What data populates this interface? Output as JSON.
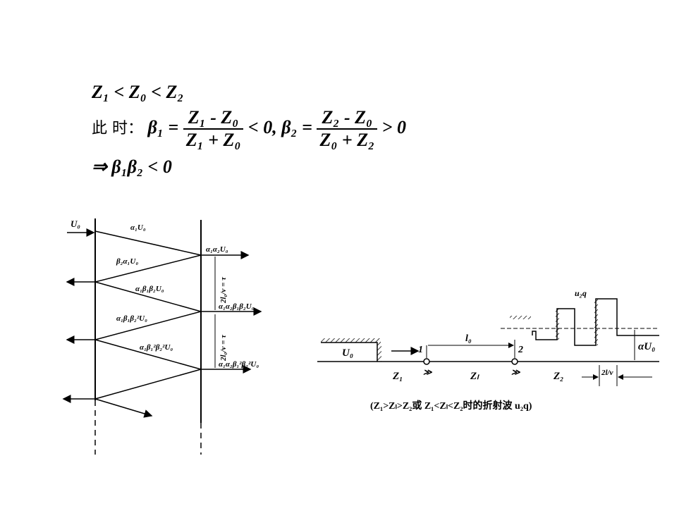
{
  "equations": {
    "line1": "Z₁ < Z₀ < Z₂",
    "line2_prefix": "此 时：",
    "beta1": "β₁ =",
    "frac1_num": "Z₁ - Z₀",
    "frac1_den": "Z₁ + Z₀",
    "mid": "< 0, β₂ =",
    "frac2_num": "Z₂ - Z₀",
    "frac2_den": "Z₀ + Z₂",
    "end": "> 0",
    "line3": "⇒ β₁β₂ < 0"
  },
  "left_diagram": {
    "u0": "U₀",
    "w1": "α₁U₀",
    "w2": "β₂α₁U₀",
    "w3": "α₁β₁β₂U₀",
    "w4": "α₁β₁β₂²U₀",
    "w5": "α₁β₁²β₂²U₀",
    "t1": "α₁α₂U₀",
    "t2": "α₁α₂β₁β₂U₀",
    "t3": "α₁α₂β₁²β₂²U₀",
    "tau1": "2l₀/v = τ",
    "tau2": "2l₀/v = τ"
  },
  "right_diagram": {
    "u0": "U₀",
    "node1": "1",
    "node2": "2",
    "l0": "l₀",
    "z1": "Z₁",
    "zl": "Zₗ",
    "z2": "Z₂",
    "alpha_u0": "αU₀",
    "u2q": "u₂q",
    "two_l_v": "2l/v",
    "caption": "(Z₁>Zₗ>Z₂或 Z₁<Zₗ<Z₂时的折射波 u₂q)"
  }
}
